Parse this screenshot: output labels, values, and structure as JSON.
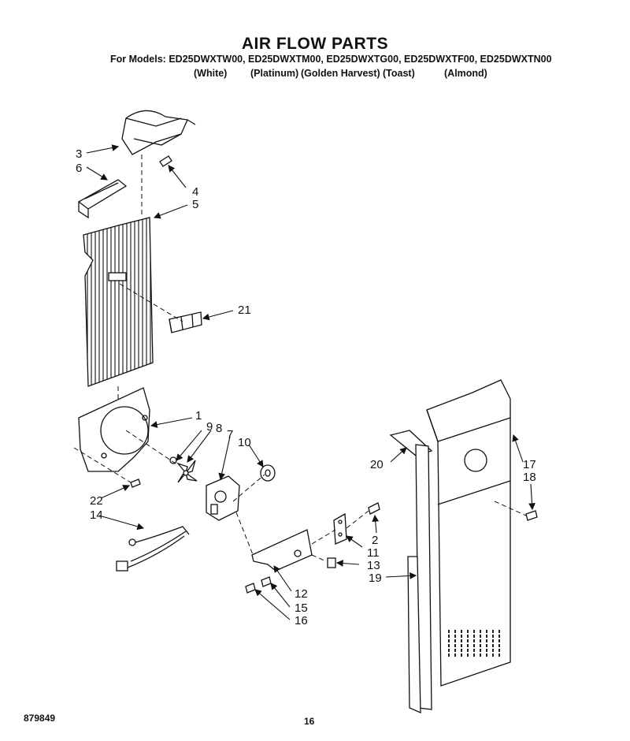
{
  "title": "AIR FLOW PARTS",
  "models_label": "For Models:",
  "models": "ED25DWXTW00, ED25DWXTM00, ED25DWXTG00, ED25DWXTF00, ED25DWXTN00",
  "colors": [
    "(White)",
    "(Platinum)",
    "(Golden Harvest)",
    "(Toast)",
    "(Almond)"
  ],
  "callouts": {
    "c1": "1",
    "c2": "2",
    "c3": "3",
    "c4": "4",
    "c5": "5",
    "c6": "6",
    "c7": "7",
    "c8": "8",
    "c9": "9",
    "c10": "10",
    "c11": "11",
    "c12": "12",
    "c13": "13",
    "c14": "14",
    "c15": "15",
    "c16": "16",
    "c17": "17",
    "c18": "18",
    "c19": "19",
    "c20": "20",
    "c21": "21",
    "c22": "22"
  },
  "doc_number": "879849",
  "page_number": "16"
}
